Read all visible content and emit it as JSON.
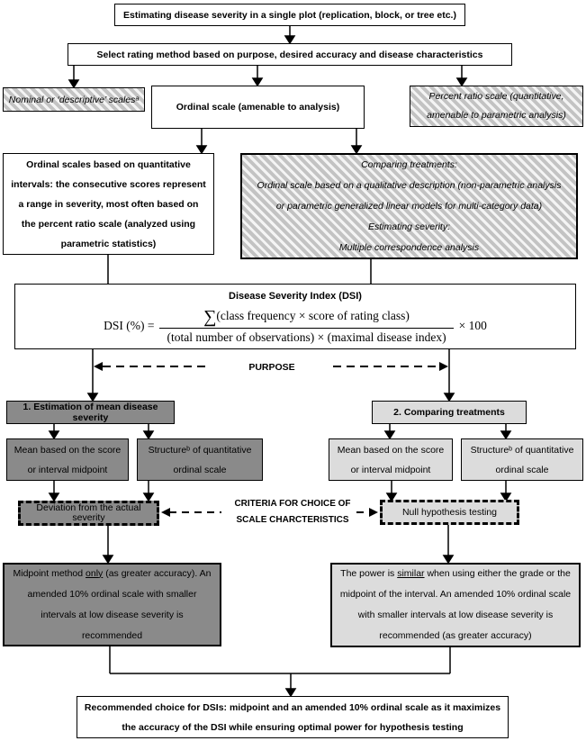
{
  "colors": {
    "dark_gray": "#8a8a8a",
    "light_gray": "#dcdcdc",
    "hatch_gray": "#c3c3c3",
    "border": "#000000"
  },
  "boxes": {
    "top": {
      "text": "Estimating disease severity in a single plot (replication, block, or tree etc.)"
    },
    "select": {
      "text": "Select rating method based on purpose, desired accuracy and disease characteristics"
    },
    "nominal": {
      "text": "Nominal or ‘descriptive’ scalesᵃ"
    },
    "ordinal": {
      "text": "Ordinal scale (amenable to analysis)"
    },
    "percent": {
      "text": "Percent ratio scale (quantitative, amenable to parametric analysis)"
    },
    "quant": {
      "text": "Ordinal scales based on quantitative intervals: the consecutive scores represent a range in severity, most often based on the percent ratio scale (analyzed using parametric statistics)"
    },
    "qual": {
      "lines": [
        "Comparing treatments:",
        "Ordinal scale based on a qualitative description (non-parametric analysis",
        "or parametric generalized linear models for multi-category data)",
        "Estimating severity:",
        "Multiple correspondence analysis"
      ]
    },
    "dsi": {
      "title": "Disease Severity Index (DSI)",
      "formula": {
        "lhs": "DSI (%) =",
        "sigma": "∑",
        "numerator": "(class frequency ×  score of rating class)",
        "denominator": "(total number of observations) × (maximal disease index)",
        "rhs": "× 100"
      }
    },
    "purpose_label": "PURPOSE",
    "estimation": {
      "text": "1. Estimation of mean disease severity"
    },
    "comparing": {
      "text": "2. Comparing treatments"
    },
    "mean_left": {
      "text": "Mean based on the score or interval midpoint"
    },
    "structure_left": {
      "text": "Structureᵇ of quantitative ordinal scale"
    },
    "mean_right": {
      "text": "Mean based on the score or interval midpoint"
    },
    "structure_right": {
      "text": "Structureᵇ of quantitative ordinal scale"
    },
    "deviation": {
      "text": "Deviation from the actual severity"
    },
    "criteria_label": {
      "line1": "CRITERIA FOR CHOICE OF",
      "line2": "SCALE CHARCTERISTICS"
    },
    "null_test": {
      "text": "Null hypothesis testing"
    },
    "rec_left": {
      "pre": "Midpoint method ",
      "underline": "only",
      "post": " (as greater accuracy). An amended 10% ordinal scale with smaller intervals at low disease severity is recommended"
    },
    "rec_right": {
      "pre": "The power is ",
      "underline": "similar",
      "post": " when using either the grade or the midpoint of the interval. An amended 10% ordinal scale with smaller intervals at low disease severity is recommended (as greater accuracy)"
    },
    "final": {
      "text": "Recommended choice for DSIs: midpoint and an amended 10% ordinal scale as it maximizes the accuracy of the DSI while ensuring optimal power for hypothesis testing"
    }
  }
}
